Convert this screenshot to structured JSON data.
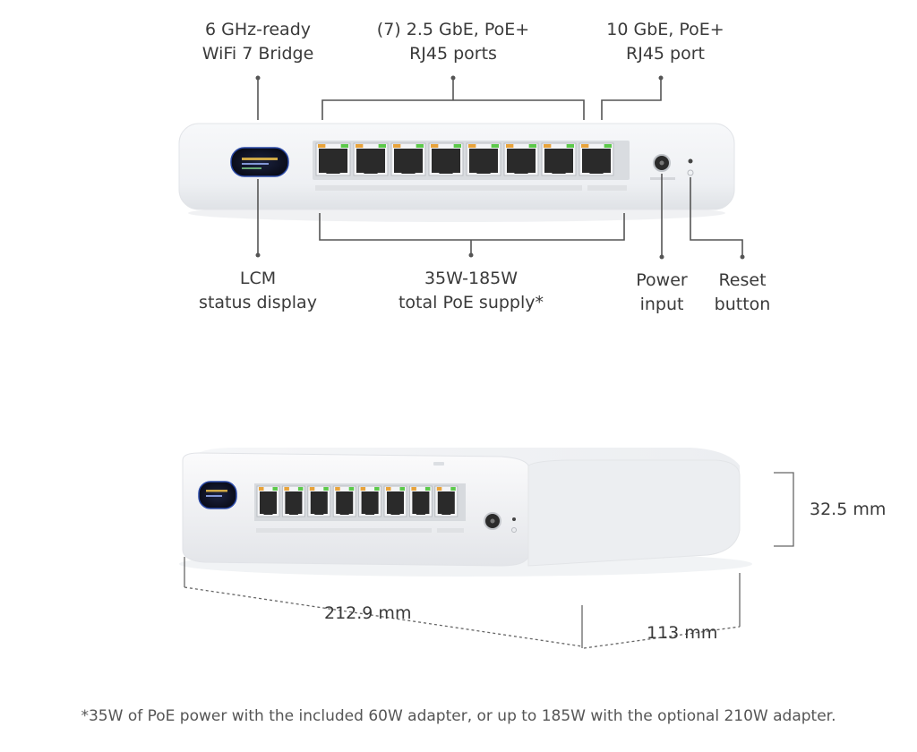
{
  "callouts": {
    "bridge": {
      "line1": "6 GHz-ready",
      "line2": "WiFi 7 Bridge"
    },
    "ports25": {
      "line1": "(7) 2.5 GbE, PoE+",
      "line2": "RJ45 ports"
    },
    "port10": {
      "line1": "10 GbE, PoE+",
      "line2": "RJ45 port"
    },
    "lcm": {
      "line1": "LCM",
      "line2": "status display"
    },
    "poe_supply": {
      "line1": "35W-185W",
      "line2": "total PoE supply*"
    },
    "power": {
      "line1": "Power",
      "line2": "input"
    },
    "reset": {
      "line1": "Reset",
      "line2": "button"
    }
  },
  "dimensions": {
    "height": "32.5 mm",
    "width": "212.9 mm",
    "depth": "113 mm"
  },
  "footnote": "*35W of PoE power with the included 60W adapter, or up to 185W with the optional 210W adapter.",
  "colors": {
    "device_body": "#f4f5f7",
    "port_led_green": "#5cc94a",
    "port_led_amber": "#e8a33a",
    "line": "#555555"
  }
}
